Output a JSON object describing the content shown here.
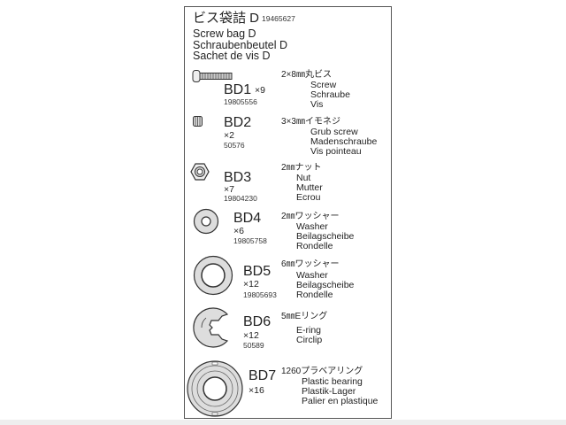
{
  "header": {
    "title_jp": "ビス袋詰 D",
    "part_number": "19465627",
    "title_en": "Screw bag D",
    "title_de": "Schraubenbeutel D",
    "title_fr": "Sachet de vis D"
  },
  "parts": [
    {
      "code": "BD1",
      "qty": "×9",
      "number": "19805556",
      "jp": "2×8㎜丸ビス",
      "names": [
        "Screw",
        "Schraube",
        "Vis"
      ],
      "icon": "round-head-screw-icon"
    },
    {
      "code": "BD2",
      "qty": "×2",
      "number": "50576",
      "jp": "3×3㎜イモネジ",
      "names": [
        "Grub screw",
        "Madenschraube",
        "Vis pointeau"
      ],
      "icon": "grub-screw-icon"
    },
    {
      "code": "BD3",
      "qty": "×7",
      "number": "19804230",
      "jp": "2㎜ナット",
      "names": [
        "Nut",
        "Mutter",
        "Ecrou"
      ],
      "icon": "hex-nut-icon"
    },
    {
      "code": "BD4",
      "qty": "×6",
      "number": "19805758",
      "jp": "2㎜ワッシャー",
      "names": [
        "Washer",
        "Beilagscheibe",
        "Rondelle"
      ],
      "icon": "small-washer-icon"
    },
    {
      "code": "BD5",
      "qty": "×12",
      "number": "19805693",
      "jp": "6㎜ワッシャー",
      "names": [
        "Washer",
        "Beilagscheibe",
        "Rondelle"
      ],
      "icon": "large-washer-icon"
    },
    {
      "code": "BD6",
      "qty": "×12",
      "number": "50589",
      "jp": "5㎜Eリング",
      "names": [
        "E-ring",
        "Circlip"
      ],
      "icon": "e-ring-icon"
    },
    {
      "code": "BD7",
      "qty": "×16",
      "jp": "1260プラベアリング",
      "names": [
        "Plastic bearing",
        "Plastik-Lager",
        "Palier en plastique"
      ],
      "icon": "plastic-bearing-icon"
    }
  ]
}
